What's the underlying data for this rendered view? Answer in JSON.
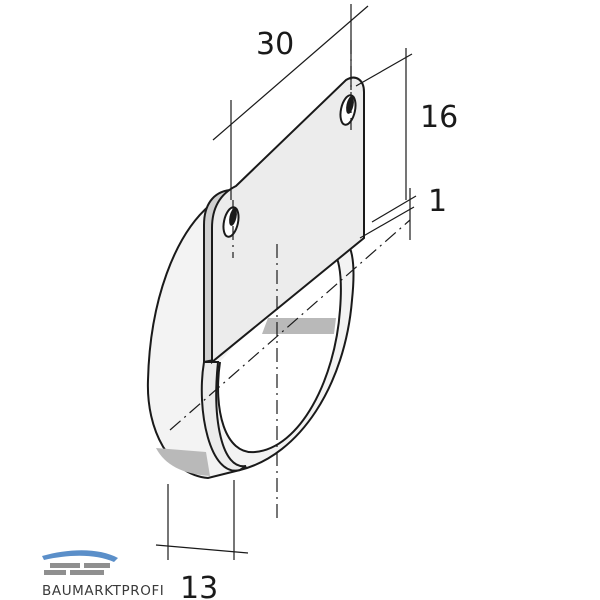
{
  "dimensions": {
    "width": "30",
    "height": "16",
    "thickness": "1",
    "depth": "13"
  },
  "logo": {
    "text": "BAUMARKTPROFI"
  },
  "colors": {
    "plate_fill": "#ececec",
    "ring_fill": "#f3f3f3",
    "shade_fill": "#b9b9b9",
    "line": "#1a1a1a",
    "logo_blue": "#5b8fc9",
    "logo_gray": "#8f8f8f"
  }
}
